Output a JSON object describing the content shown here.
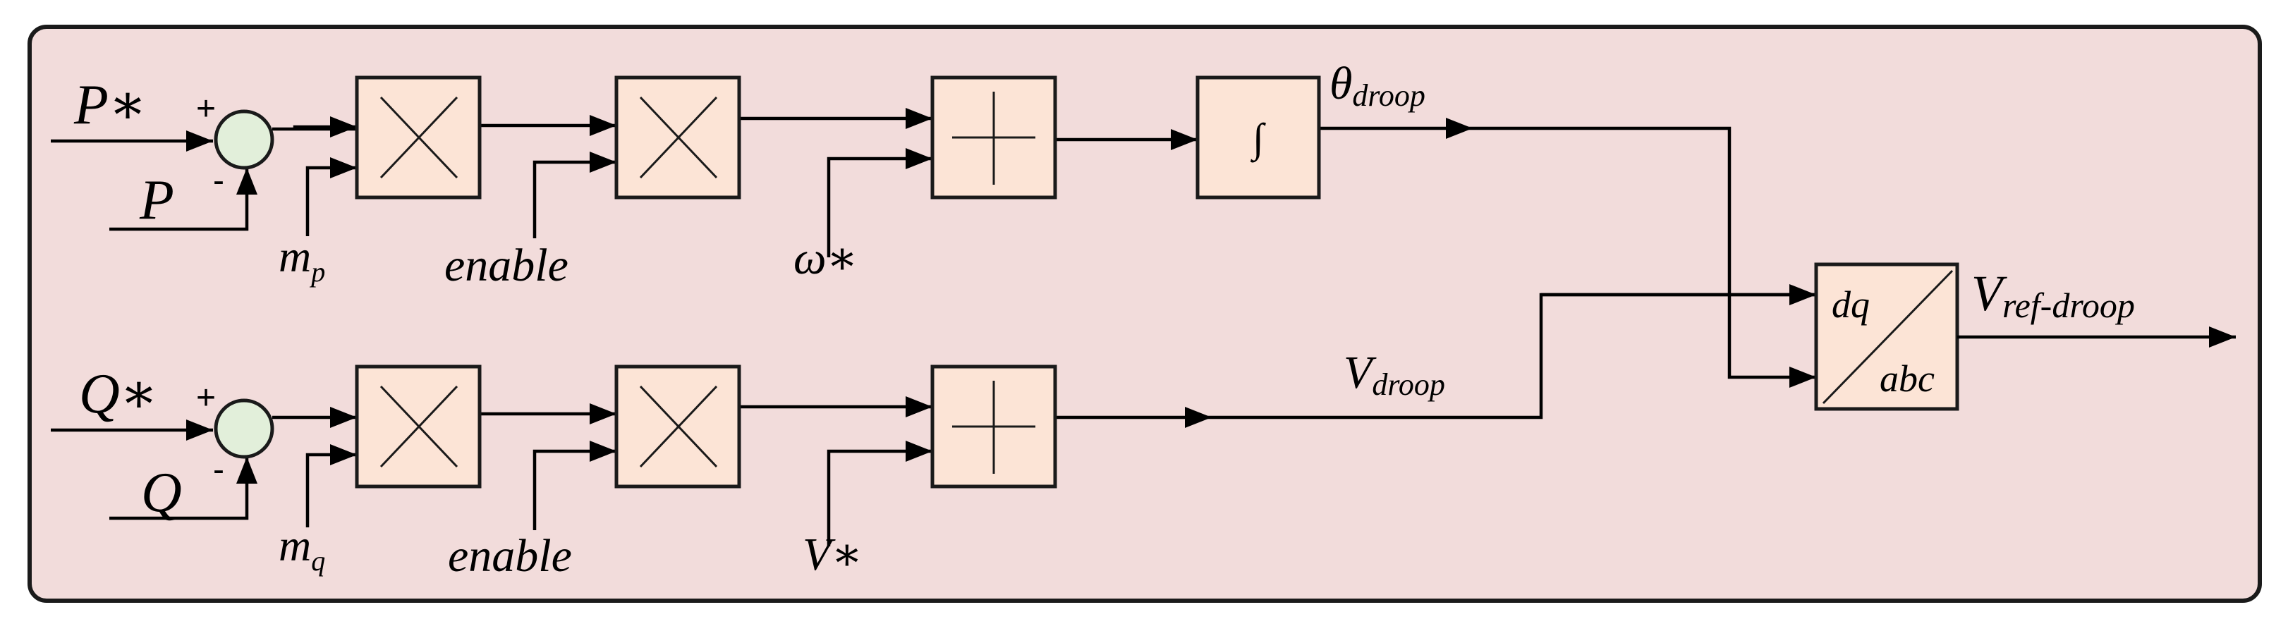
{
  "inputs": {
    "p_ref": "P∗",
    "p": "P",
    "q_ref": "Q∗",
    "q": "Q"
  },
  "signs": {
    "plus": "+",
    "minus": "-"
  },
  "gains": {
    "m_p": {
      "base": "m",
      "sub": "p"
    },
    "m_q": {
      "base": "m",
      "sub": "q"
    }
  },
  "enable_label": "enable",
  "references": {
    "omega_ref": "ω∗",
    "v_ref": "V∗"
  },
  "outputs": {
    "theta_droop": {
      "base": "θ",
      "sub": "droop"
    },
    "v_droop": {
      "base": "V",
      "sub": "droop"
    },
    "v_ref_droop": {
      "base": "V",
      "sub": "ref-droop"
    }
  },
  "blocks": {
    "integrator_symbol": "∫",
    "transform_top": "dq",
    "transform_bottom": "abc"
  },
  "colors": {
    "panel_fill": "#f2dcdb",
    "block_fill": "#fce4d6",
    "sum_fill": "#e2efda",
    "line": "#000000"
  }
}
